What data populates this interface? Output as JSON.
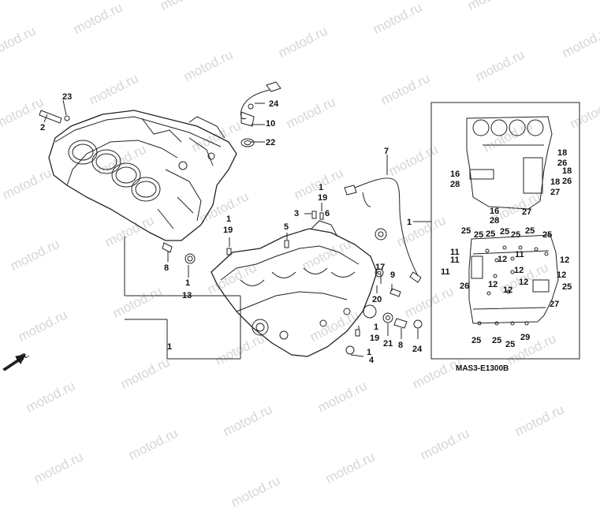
{
  "watermark": "motod.ru",
  "diagram_code": "MAS3-E1300B",
  "direction_label": "FR.",
  "callouts": [
    {
      "id": "c23",
      "text": "23"
    },
    {
      "id": "c2",
      "text": "2"
    },
    {
      "id": "c24a",
      "text": "24"
    },
    {
      "id": "c10",
      "text": "10"
    },
    {
      "id": "c22",
      "text": "22"
    },
    {
      "id": "c7",
      "text": "7"
    },
    {
      "id": "c1a",
      "text": "1"
    },
    {
      "id": "c19a",
      "text": "19"
    },
    {
      "id": "c3",
      "text": "3"
    },
    {
      "id": "c6",
      "text": "6"
    },
    {
      "id": "c5",
      "text": "5"
    },
    {
      "id": "c1b",
      "text": "1"
    },
    {
      "id": "c19b",
      "text": "19"
    },
    {
      "id": "c8a",
      "text": "8"
    },
    {
      "id": "c1c",
      "text": "1"
    },
    {
      "id": "c13",
      "text": "13"
    },
    {
      "id": "c17",
      "text": "17"
    },
    {
      "id": "c9",
      "text": "9"
    },
    {
      "id": "c20",
      "text": "20"
    },
    {
      "id": "c1d",
      "text": "1"
    },
    {
      "id": "c19c",
      "text": "19"
    },
    {
      "id": "c21",
      "text": "21"
    },
    {
      "id": "c8b",
      "text": "8"
    },
    {
      "id": "c24b",
      "text": "24"
    },
    {
      "id": "c1e",
      "text": "1"
    },
    {
      "id": "c4",
      "text": "4"
    },
    {
      "id": "c1f",
      "text": "1"
    },
    {
      "id": "c1g",
      "text": "1"
    },
    {
      "id": "i18a",
      "text": "18"
    },
    {
      "id": "i26a",
      "text": "26"
    },
    {
      "id": "i16a",
      "text": "16"
    },
    {
      "id": "i28a",
      "text": "28"
    },
    {
      "id": "i18b",
      "text": "18"
    },
    {
      "id": "i26b",
      "text": "26"
    },
    {
      "id": "i18c",
      "text": "18"
    },
    {
      "id": "i27a",
      "text": "27"
    },
    {
      "id": "i16b",
      "text": "16"
    },
    {
      "id": "i28b",
      "text": "28"
    },
    {
      "id": "i27b",
      "text": "27"
    },
    {
      "id": "i25a",
      "text": "25"
    },
    {
      "id": "i25b",
      "text": "25"
    },
    {
      "id": "i25c",
      "text": "25"
    },
    {
      "id": "i25d",
      "text": "25"
    },
    {
      "id": "i25e",
      "text": "25"
    },
    {
      "id": "i25f",
      "text": "25"
    },
    {
      "id": "i25g",
      "text": "25"
    },
    {
      "id": "i11a",
      "text": "11"
    },
    {
      "id": "i11b",
      "text": "11"
    },
    {
      "id": "i11c",
      "text": "11"
    },
    {
      "id": "i11d",
      "text": "11"
    },
    {
      "id": "i12a",
      "text": "12"
    },
    {
      "id": "i12b",
      "text": "12"
    },
    {
      "id": "i12c",
      "text": "12"
    },
    {
      "id": "i12d",
      "text": "12"
    },
    {
      "id": "i12e",
      "text": "12"
    },
    {
      "id": "i12f",
      "text": "12"
    },
    {
      "id": "i12g",
      "text": "12"
    },
    {
      "id": "i26c",
      "text": "26"
    },
    {
      "id": "i25h",
      "text": "25"
    },
    {
      "id": "i27c",
      "text": "27"
    },
    {
      "id": "i25i",
      "text": "25"
    },
    {
      "id": "i25j",
      "text": "25"
    },
    {
      "id": "i25k",
      "text": "25"
    },
    {
      "id": "i29",
      "text": "29"
    }
  ],
  "colors": {
    "line": "#222222",
    "watermark": "#d6d6d6",
    "background": "#ffffff"
  }
}
